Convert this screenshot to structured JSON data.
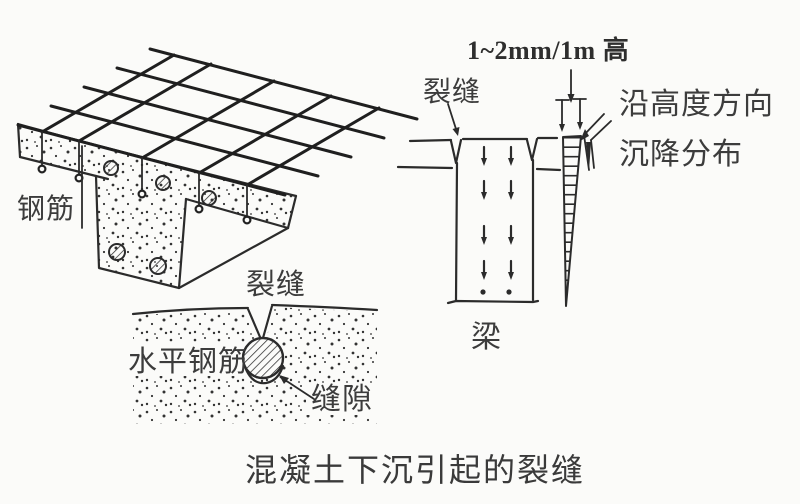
{
  "figure": {
    "caption": "混凝土下沉引起的裂缝",
    "slab_mesh_figure": {
      "rebar_label": "钢筋"
    },
    "settlement_detail_figure": {
      "crack_label": "裂缝",
      "horizontal_rebar_label": "水平钢筋",
      "gap_label": "缝隙"
    },
    "beam_section_figure": {
      "crack_width_dimension": "1~2mm/1m 高",
      "crack_label": "裂缝",
      "settlement_distribution_label_line1": "沿高度方向",
      "settlement_distribution_label_line2": "沉降分布",
      "beam_label": "梁"
    },
    "colors": {
      "ink": "#2b2b2b",
      "label_text": "#3c3c3c",
      "background": "#fbfbf9"
    }
  }
}
